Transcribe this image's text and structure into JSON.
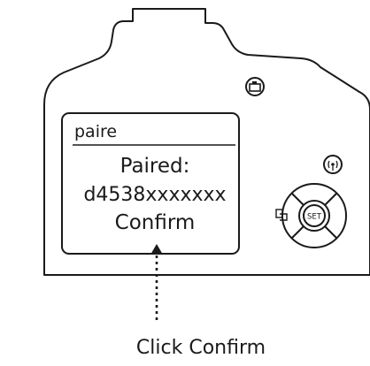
{
  "screen": {
    "header": "paire",
    "line1": "Paired:",
    "line2": "d4538xxxxxxx",
    "line3": "Confirm"
  },
  "dpad": {
    "center_label": "SET"
  },
  "caption": "Click Confirm",
  "icons": {
    "top_button": "camera-icon",
    "side_button": "wireless-icon",
    "left_of_dpad": "playback-icon"
  },
  "colors": {
    "line": "#1a1a1a",
    "background": "#ffffff"
  }
}
